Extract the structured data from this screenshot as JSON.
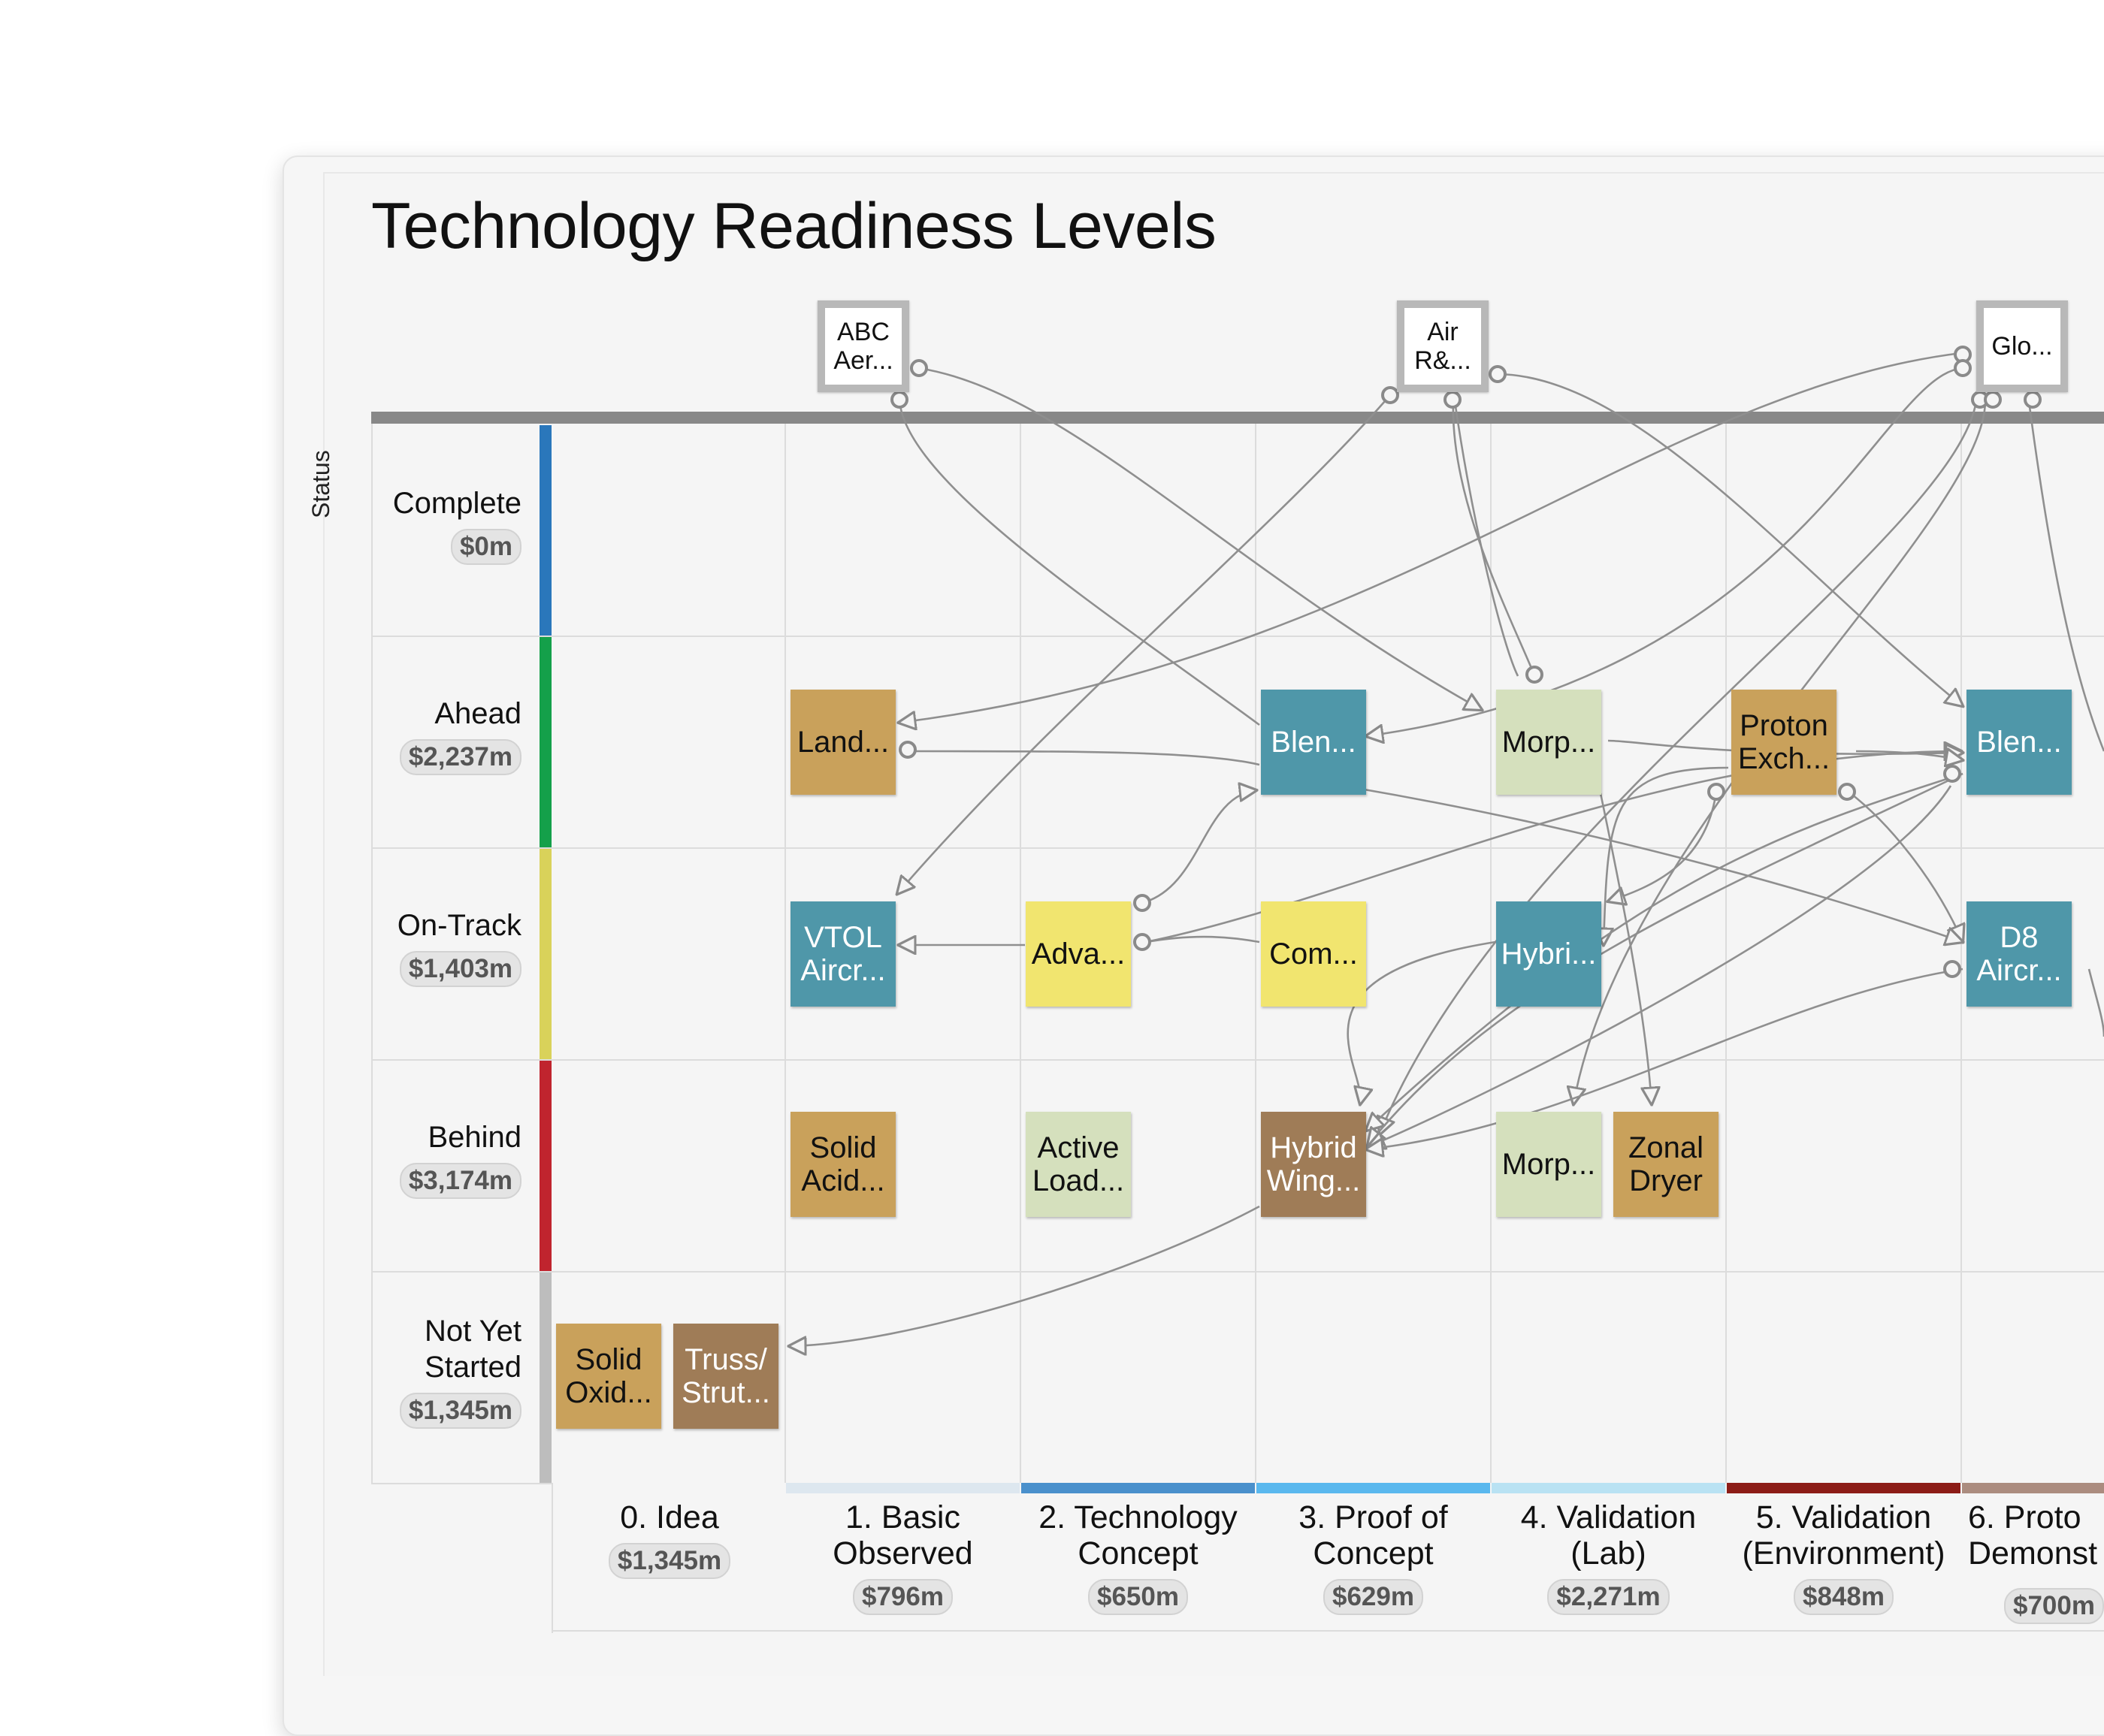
{
  "title": "Technology Readiness Levels",
  "status_axis_label": "Status",
  "colors": {
    "card_gold": "#c9a15b",
    "card_teal": "#4f97a9",
    "card_sage": "#d5e0bd",
    "card_yellow": "#f1e56f",
    "card_brown": "#9f7c57",
    "link": "#8f8f8f"
  },
  "organizations": [
    {
      "label": "ABC\nAer..."
    },
    {
      "label": "Air\nR&..."
    },
    {
      "label": "Glo..."
    }
  ],
  "rows": [
    {
      "name": "Complete",
      "amount": "$0m",
      "color": "#2a77bb"
    },
    {
      "name": "Ahead",
      "amount": "$2,237m",
      "color": "#14a04a"
    },
    {
      "name": "On-Track",
      "amount": "$1,403m",
      "color": "#d9d25a"
    },
    {
      "name": "Behind",
      "amount": "$3,174m",
      "color": "#c0242e"
    },
    {
      "name": "Not Yet\nStarted",
      "amount": "$1,345m",
      "color": "#bdbdbd"
    }
  ],
  "columns": [
    {
      "name": "0. Idea",
      "amount": "$1,345m",
      "color": ""
    },
    {
      "name": "1. Basic\nObserved",
      "amount": "$796m",
      "color": "#dde7ef"
    },
    {
      "name": "2. Technology\nConcept",
      "amount": "$650m",
      "color": "#4a90cc"
    },
    {
      "name": "3. Proof of\nConcept",
      "amount": "$629m",
      "color": "#5ab8ee"
    },
    {
      "name": "4. Validation\n(Lab)",
      "amount": "$2,271m",
      "color": "#b9e2f3"
    },
    {
      "name": "5. Validation\n(Environment)",
      "amount": "$848m",
      "color": "#8c1c17"
    },
    {
      "name": "6. Proto\nDemonst",
      "amount": "$700m",
      "color": "#ab8c7f"
    }
  ],
  "cards": [
    {
      "label": "Land...",
      "style": "gold"
    },
    {
      "label": "Blen...",
      "style": "teal"
    },
    {
      "label": "Morp...",
      "style": "sage"
    },
    {
      "label": "Proton\nExch...",
      "style": "gold"
    },
    {
      "label": "Blen...",
      "style": "teal"
    },
    {
      "label": "VTOL\nAircr...",
      "style": "teal"
    },
    {
      "label": "Adva...",
      "style": "yellow"
    },
    {
      "label": "Com...",
      "style": "yellow"
    },
    {
      "label": "Hybri...",
      "style": "teal"
    },
    {
      "label": "D8\nAircr...",
      "style": "teal"
    },
    {
      "label": "Solid\nAcid...",
      "style": "gold"
    },
    {
      "label": "Active\nLoad...",
      "style": "sage"
    },
    {
      "label": "Hybrid\nWing...",
      "style": "brown"
    },
    {
      "label": "Morp...",
      "style": "sage"
    },
    {
      "label": "Zonal\nDryer",
      "style": "gold"
    },
    {
      "label": "Solid\nOxid...",
      "style": "gold"
    },
    {
      "label": "Truss/\nStrut...",
      "style": "brown"
    }
  ]
}
